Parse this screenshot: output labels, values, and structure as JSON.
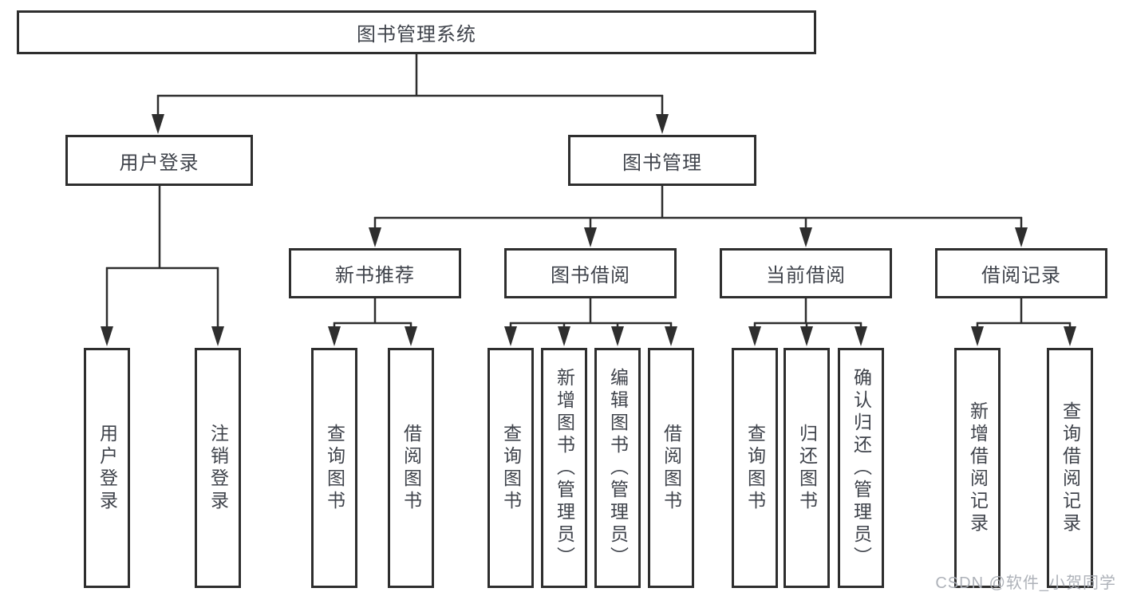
{
  "diagram_title": "图书管理系统",
  "tree": {
    "root": "图书管理系统",
    "children": [
      {
        "label": "用户登录",
        "children": [
          {
            "label": "用户登录"
          },
          {
            "label": "注销登录"
          }
        ]
      },
      {
        "label": "图书管理",
        "children": [
          {
            "label": "新书推荐",
            "children": [
              {
                "label": "查询图书"
              },
              {
                "label": "借阅图书"
              }
            ]
          },
          {
            "label": "图书借阅",
            "children": [
              {
                "label": "查询图书"
              },
              {
                "label": "新增图书（管理员）"
              },
              {
                "label": "编辑图书（管理员）"
              },
              {
                "label": "借阅图书"
              }
            ]
          },
          {
            "label": "当前借阅",
            "children": [
              {
                "label": "查询图书"
              },
              {
                "label": "归还图书"
              },
              {
                "label": "确认归还（管理员）"
              }
            ]
          },
          {
            "label": "借阅记录",
            "children": [
              {
                "label": "新增借阅记录"
              },
              {
                "label": "查询借阅记录"
              }
            ]
          }
        ]
      }
    ]
  },
  "colors": {
    "line": "#2e2e2e",
    "text": "#3f434b",
    "watermark": "#aaaeb5"
  },
  "watermark": {
    "text": "CSDN @软件_小贺同学"
  }
}
